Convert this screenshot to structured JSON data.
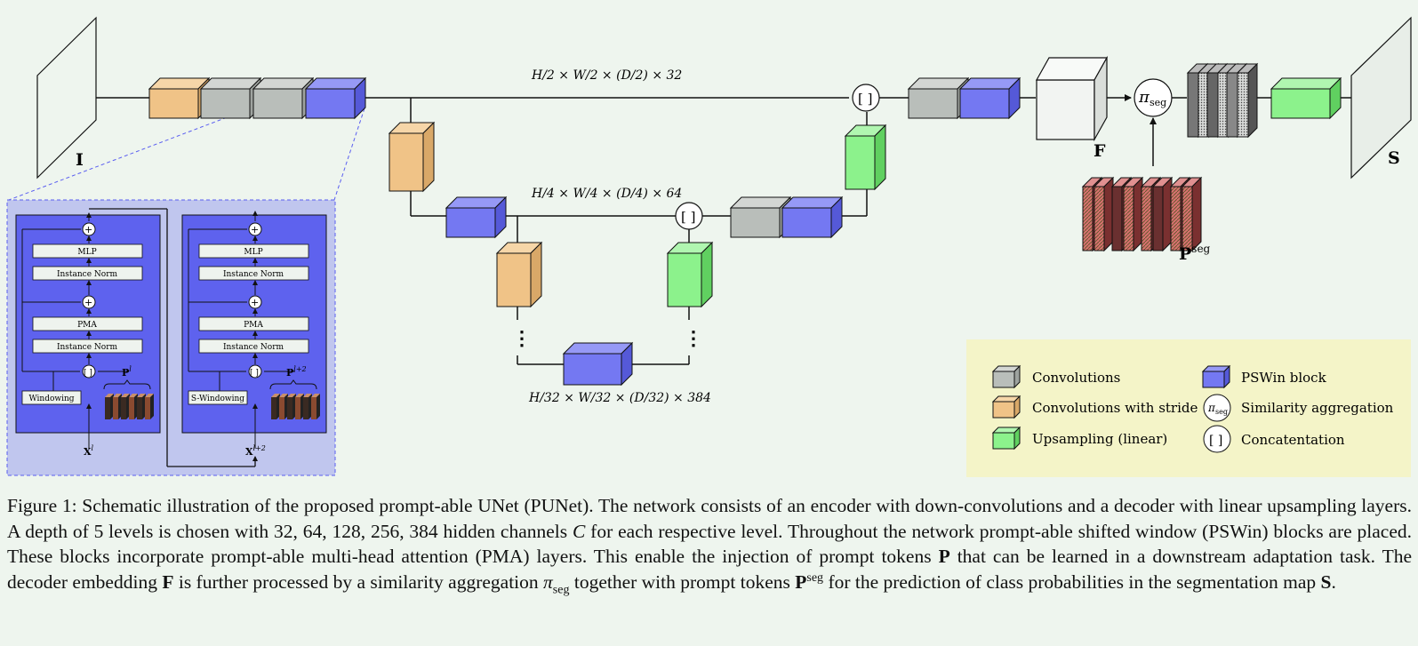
{
  "colors": {
    "background": "#eef5ee",
    "conv": "#b9beba",
    "conv_stride": "#f0c387",
    "upsample": "#8cf28c",
    "pswin": "#7478f2",
    "legend_bg": "#f4f4c8",
    "inset_bg": "#c0c6ee",
    "inset_block": "#5e62ee",
    "prompt_red": "#e6787a"
  },
  "labels": {
    "input": "I",
    "output": "S",
    "feature": "F",
    "pi": "π",
    "pi_sub": "seg",
    "pseg_base": "P",
    "pseg_sup": "seg",
    "concat_symbol": "[ ]",
    "plus": "+",
    "dots": "⋮"
  },
  "dims": {
    "level1": "H/2 × W/2 × (D/2) × 32",
    "level2": "H/4 × W/4 × (D/4) × 64",
    "level5": "H/32 × W/32 × (D/32) × 384"
  },
  "inset": {
    "left": {
      "mlp": "MLP",
      "norm_top": "Instance Norm",
      "pma": "PMA",
      "norm_bottom": "Instance Norm",
      "windowing": "Windowing",
      "prompt_base": "P",
      "prompt_sup": "l",
      "x_base": "X",
      "x_sup": "l"
    },
    "right": {
      "mlp": "MLP",
      "norm_top": "Instance Norm",
      "pma": "PMA",
      "norm_bottom": "Instance Norm",
      "windowing": "S-Windowing",
      "prompt_base": "P",
      "prompt_sup": "l+2",
      "x_base": "X",
      "x_sup": "l+2"
    }
  },
  "legend": {
    "conv": "Convolutions",
    "conv_stride": "Convolutions with stride",
    "upsample": "Upsampling (linear)",
    "pswin": "PSWin block",
    "similarity": "Similarity aggregation",
    "concat": "Concatentation"
  },
  "caption": {
    "p1": "Figure 1: Schematic illustration of the proposed prompt-able UNet (PUNet). The network consists of an encoder with down-convolutions and a decoder with linear upsampling layers.  A depth of 5 levels is chosen with 32, 64, 128, 256, 384 hidden channels ",
    "var_c": "C",
    "p2": " for each respective level.  Throughout the network prompt-able shifted window (PSWin) blocks are placed.  These blocks incorporate prompt-able multi-head attention (PMA) layers.  This enable the injection of prompt tokens ",
    "bold_p": "P",
    "p3": " that can be learned in a downstream adaptation task.  The decoder embedding ",
    "bold_f": "F",
    "p4": " is further processed by a similarity aggregation ",
    "pi": "π",
    "pi_sub": "seg",
    "p5": " together with prompt tokens ",
    "bold_pseg": "P",
    "pseg_sup": "seg",
    "p6": " for the prediction of class probabilities in the segmentation map ",
    "bold_s": "S",
    "p7": "."
  }
}
